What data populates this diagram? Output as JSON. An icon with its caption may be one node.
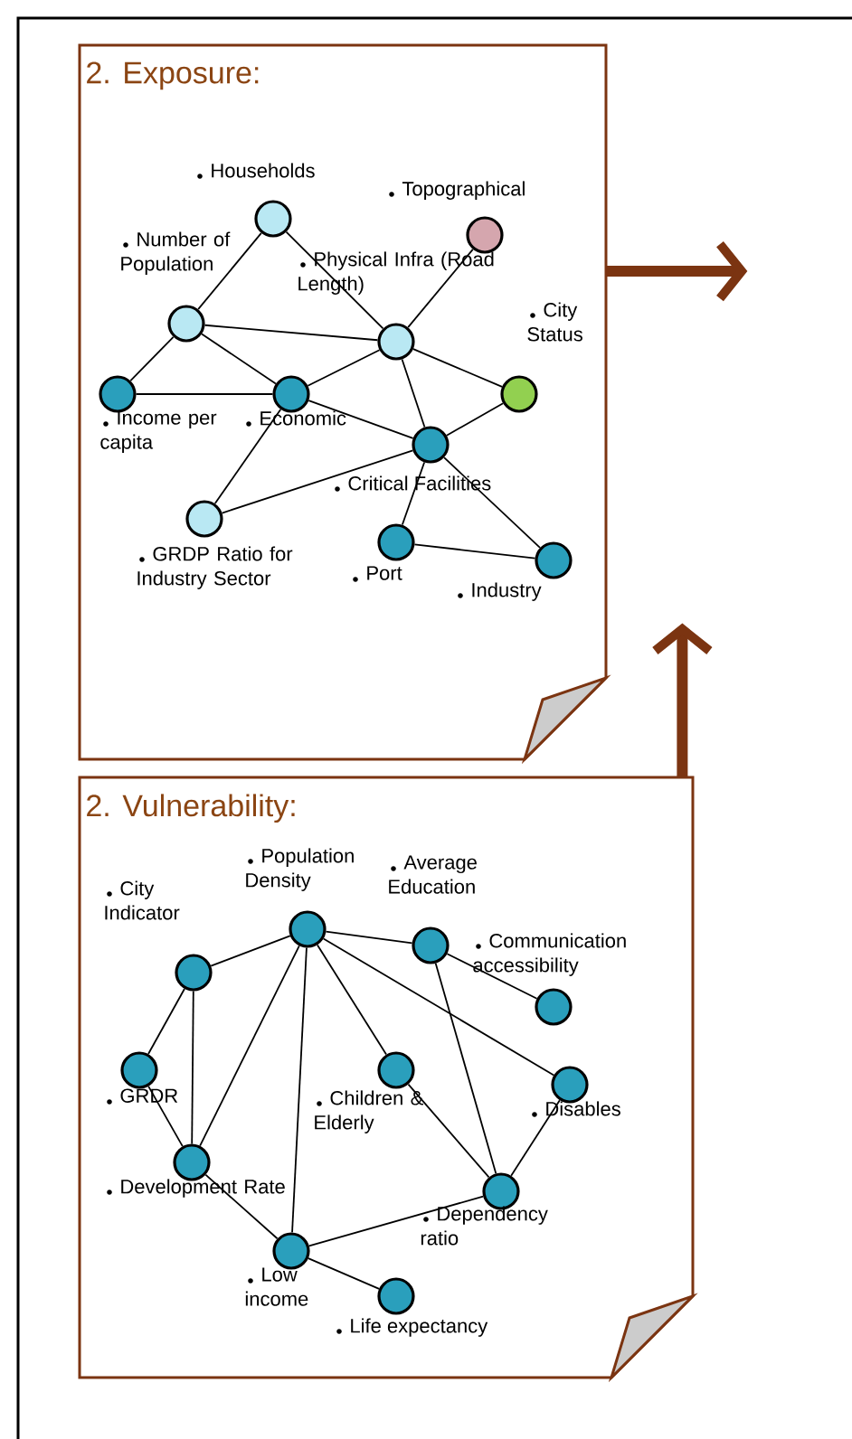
{
  "diagram": {
    "nodes": [
      {
        "text": [
          "2. Exposure:"
        ]
      },
      {
        "text": [
          "Households"
        ],
        "in": 0
      },
      {
        "text": [
          "Topographical"
        ],
        "in": 0
      },
      {
        "text": [
          "Number of Population"
        ],
        "in": 0
      },
      {
        "text": [
          "Physical Infra (Road Length)"
        ],
        "in": 0
      },
      {
        "text": [
          "City Status"
        ],
        "in": 0
      },
      {
        "text": [
          "Income per capita"
        ],
        "in": 0
      },
      {
        "text": [
          "Economic"
        ],
        "in": 0
      },
      {
        "text": [
          "Critical Facilities"
        ],
        "in": 0
      },
      {
        "text": [
          "GRDP Ratio for Industry Sector"
        ],
        "in": 0
      },
      {
        "text": [
          "Port"
        ],
        "in": 0
      },
      {
        "text": [
          "Industry"
        ],
        "in": 0
      },
      {
        "text": [
          "2. Vulnerability:"
        ]
      },
      {
        "text": [
          "Population Density"
        ],
        "in": 12
      },
      {
        "text": [
          "Average Education"
        ],
        "in": 12
      },
      {
        "text": [
          "City Indicator"
        ],
        "in": 12
      },
      {
        "text": [
          "Communication accessibility"
        ],
        "in": 12
      },
      {
        "text": [
          "GRDR"
        ],
        "in": 12
      },
      {
        "text": [
          "Children & Elderly"
        ],
        "in": 12
      },
      {
        "text": [
          "Disables"
        ],
        "in": 12
      },
      {
        "text": [
          "Development Rate"
        ],
        "in": 12
      },
      {
        "text": [
          "Dependency ratio"
        ],
        "in": 12
      },
      {
        "text": [
          "Low income"
        ],
        "in": 12
      },
      {
        "text": [
          "Life expectancy"
        ],
        "in": 12
      }
    ],
    "edges": [
      {
        "from": 1,
        "to": 3,
        "arrow": "none"
      },
      {
        "from": 1,
        "to": 4,
        "arrow": "none"
      },
      {
        "from": 3,
        "to": 4,
        "arrow": "none"
      },
      {
        "from": 3,
        "to": 6,
        "arrow": "none"
      },
      {
        "from": 3,
        "to": 7,
        "arrow": "none"
      },
      {
        "from": 6,
        "to": 7,
        "arrow": "none"
      },
      {
        "from": 2,
        "to": 4,
        "arrow": "none"
      },
      {
        "from": 4,
        "to": 7,
        "arrow": "none"
      },
      {
        "from": 4,
        "to": 5,
        "arrow": "none"
      },
      {
        "from": 4,
        "to": 8,
        "arrow": "none"
      },
      {
        "from": 7,
        "to": 8,
        "arrow": "none"
      },
      {
        "from": 5,
        "to": 8,
        "arrow": "none"
      },
      {
        "from": 7,
        "to": 9,
        "arrow": "none"
      },
      {
        "from": 9,
        "to": 8,
        "arrow": "none"
      },
      {
        "from": 8,
        "to": 10,
        "arrow": "none"
      },
      {
        "from": 8,
        "to": 11,
        "arrow": "none"
      },
      {
        "from": 10,
        "to": 11,
        "arrow": "none"
      },
      {
        "from": 13,
        "to": 14,
        "arrow": "none"
      },
      {
        "from": 13,
        "to": 15,
        "arrow": "none"
      },
      {
        "from": 13,
        "to": 20,
        "arrow": "none"
      },
      {
        "from": 13,
        "to": 22,
        "arrow": "none"
      },
      {
        "from": 13,
        "to": 18,
        "arrow": "none"
      },
      {
        "from": 13,
        "to": 19,
        "arrow": "none"
      },
      {
        "from": 14,
        "to": 16,
        "arrow": "none"
      },
      {
        "from": 14,
        "to": 21,
        "arrow": "none"
      },
      {
        "from": 15,
        "to": 17,
        "arrow": "none"
      },
      {
        "from": 15,
        "to": 20,
        "arrow": "none"
      },
      {
        "from": 17,
        "to": 20,
        "arrow": "none"
      },
      {
        "from": 20,
        "to": 22,
        "arrow": "none"
      },
      {
        "from": 18,
        "to": 21,
        "arrow": "none"
      },
      {
        "from": 19,
        "to": 21,
        "arrow": "none"
      },
      {
        "from": 22,
        "to": 21,
        "arrow": "none"
      },
      {
        "from": 22,
        "to": 23,
        "arrow": "none"
      },
      {
        "from": 0,
        "to": null,
        "arrow": "to",
        "style": "thick",
        "color": "#7b3411"
      },
      {
        "from": 12,
        "to": null,
        "arrow": "to",
        "style": "thick",
        "color": "#7b3411"
      }
    ]
  }
}
